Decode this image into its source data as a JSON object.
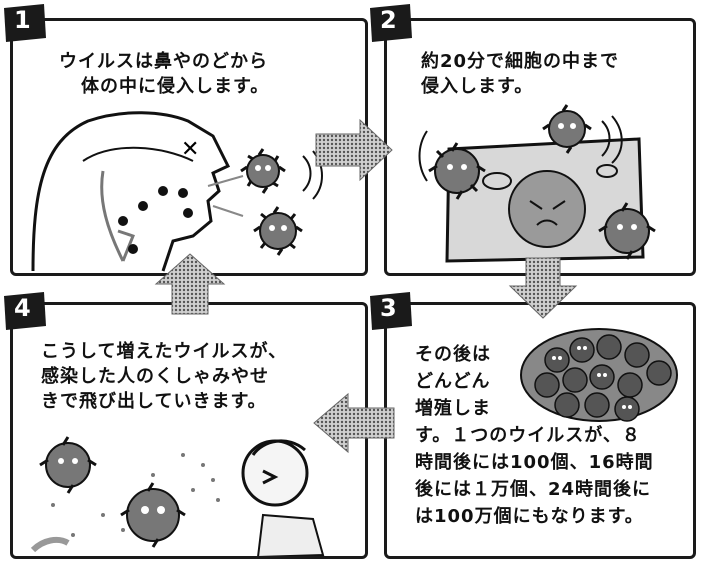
{
  "panels": [
    {
      "number": "1",
      "lines": [
        "ウイルスは鼻やのどから",
        "体の中に侵入します。"
      ]
    },
    {
      "number": "2",
      "lines": [
        "約20分で細胞の中まで",
        "侵入します。"
      ]
    },
    {
      "number": "3",
      "lines": [
        "その後は",
        "どんどん",
        "増殖しま",
        "す。１つのウイルスが、８",
        "時間後には100個、16時間",
        "後には１万個、24時間後に",
        "は100万個にもなります。"
      ]
    },
    {
      "number": "4",
      "lines": [
        "こうして増えたウイルスが、",
        "感染した人のくしゃみやせ",
        "きで飛び出していきます。"
      ]
    }
  ],
  "icons": [
    "virus-icon",
    "arrow-right-icon",
    "arrow-down-icon",
    "arrow-left-icon",
    "arrow-up-icon"
  ]
}
